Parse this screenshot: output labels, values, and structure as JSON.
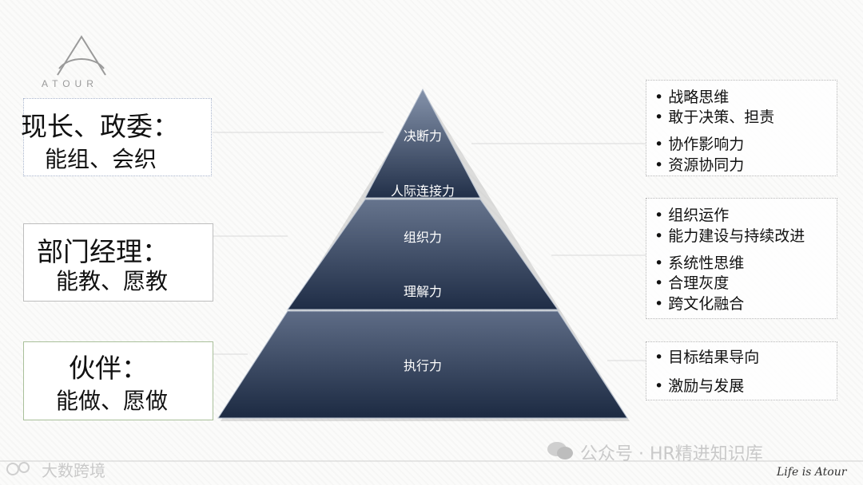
{
  "logo": {
    "brand": "ATOUR"
  },
  "roles": [
    {
      "title": "现长、政委：",
      "subtitle": "能组、会织"
    },
    {
      "title": "部门经理：",
      "subtitle": "能教、愿教"
    },
    {
      "title": "伙伴：",
      "subtitle": "能做、愿做"
    }
  ],
  "pyramid": {
    "labels": [
      "决断力",
      "人际连接力",
      "组织力",
      "理解力",
      "执行力"
    ]
  },
  "capabilities": [
    [
      "战略思维",
      "敢于决策、担责",
      "协作影响力",
      "资源协同力"
    ],
    [
      "组织运作",
      "能力建设与持续改进",
      "系统性思维",
      "合理灰度",
      "跨文化融合"
    ],
    [
      "目标结果导向",
      "激励与发展"
    ]
  ],
  "watermarks": {
    "wechat": "公众号 · HR精进知识库",
    "bottom_left": "大数跨境",
    "signature": "Life is Atour"
  },
  "colors": {
    "pyramid_top": "#7a88a0",
    "pyramid_bottom": "#1e2c44",
    "role_border_1": "#a8b4cc",
    "role_border_2": "#bdbdbd",
    "role_border_3": "#a9c09a"
  }
}
